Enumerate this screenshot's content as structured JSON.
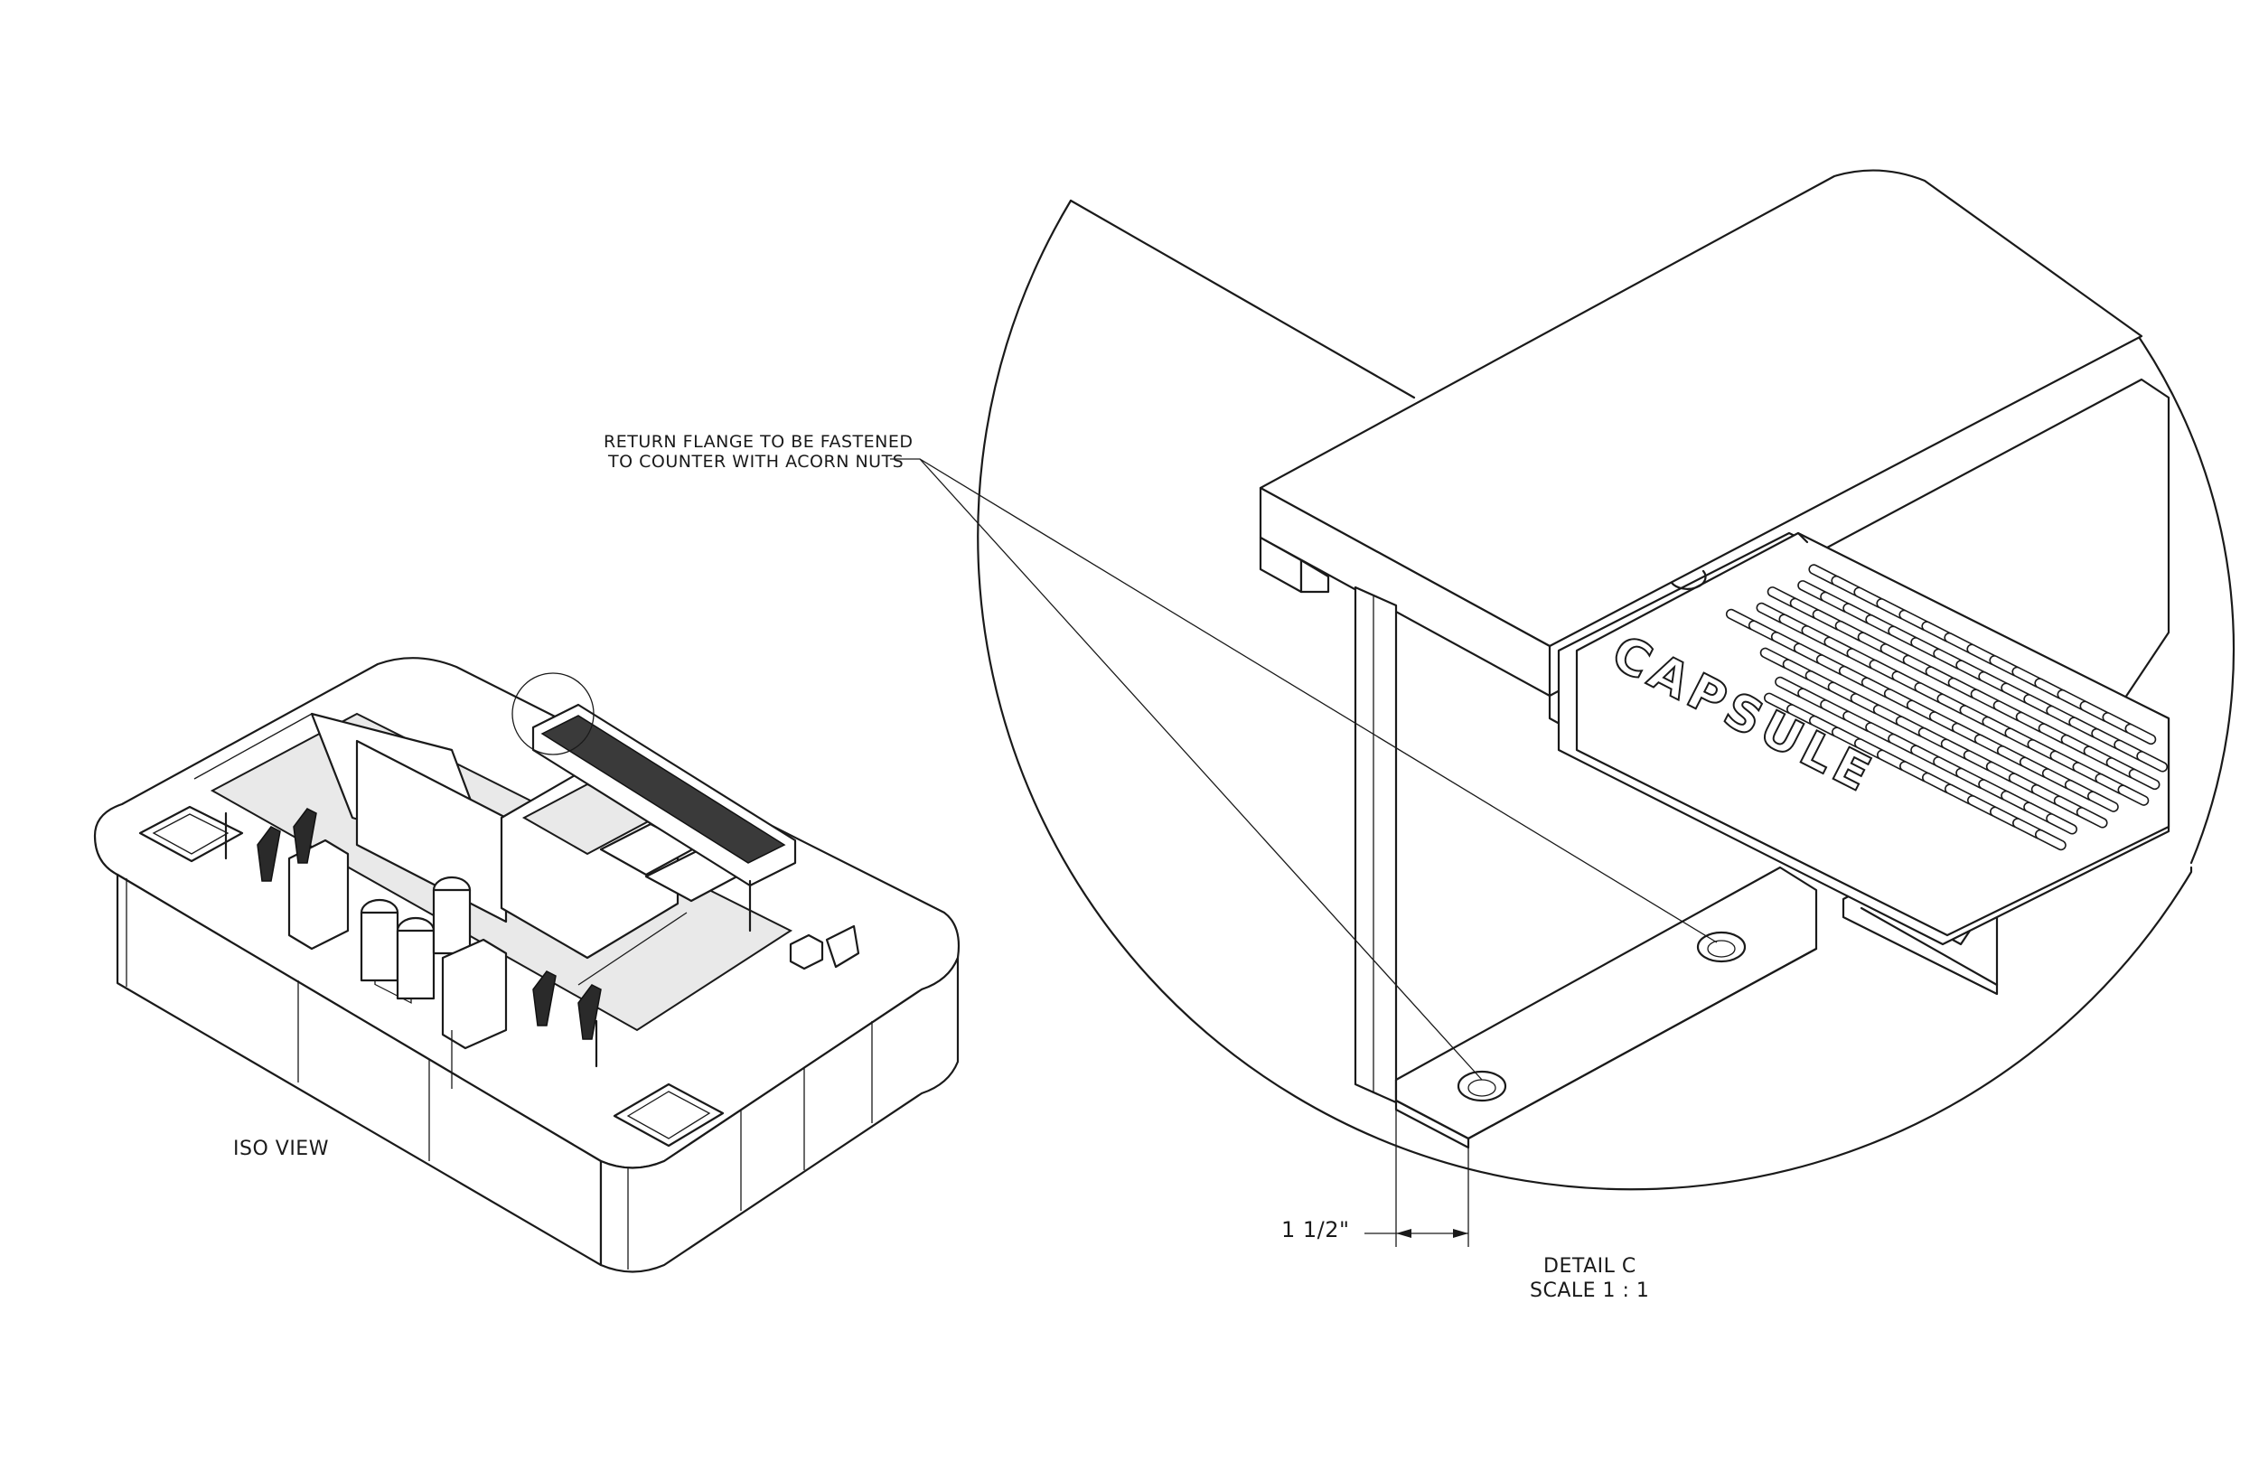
{
  "labels": {
    "iso_view": "ISO VIEW",
    "note_line1": "RETURN FLANGE TO BE FASTENED",
    "note_line2": "TO COUNTER WITH ACORN NUTS",
    "dimension": "1 1/2\"",
    "detail_title": "DETAIL C",
    "detail_scale": "SCALE 1 : 1",
    "brand_logo": "CAPSULE"
  }
}
